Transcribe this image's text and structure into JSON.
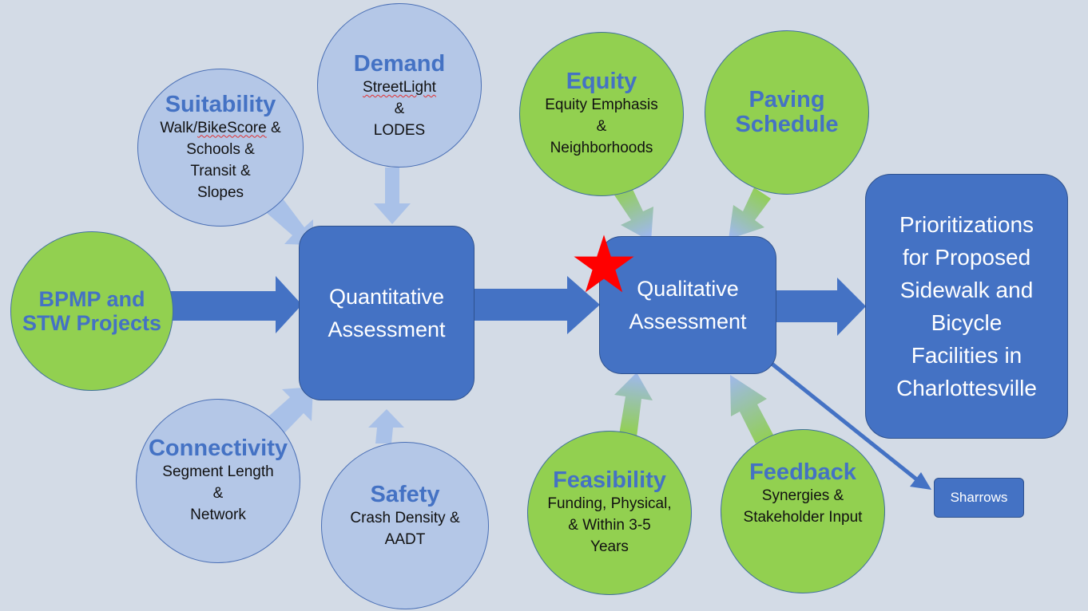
{
  "nodes": {
    "bpmp": {
      "title": "BPMP and STW Projects"
    },
    "suitability": {
      "title": "Suitability",
      "line1_pre": "Walk/",
      "line1_mid": "BikeScore",
      "line1_post": " &",
      "line2": "Schools &",
      "line3": "Transit &",
      "line4": "Slopes"
    },
    "demand": {
      "title": "Demand",
      "line1": "StreetLight",
      "line2": "&",
      "line3": "LODES"
    },
    "connectivity": {
      "title": "Connectivity",
      "line1": "Segment Length",
      "line2": "&",
      "line3": "Network"
    },
    "safety": {
      "title": "Safety",
      "line1": "Crash Density &",
      "line2": "AADT"
    },
    "quantitative": {
      "line1": "Quantitative",
      "line2": "Assessment"
    },
    "qualitative": {
      "line1": "Qualitative",
      "line2": "Assessment"
    },
    "equity": {
      "title": "Equity",
      "line1": "Equity Emphasis",
      "line2": "&",
      "line3": "Neighborhoods"
    },
    "paving": {
      "title_line1": "Paving",
      "title_line2": "Schedule"
    },
    "feasibility": {
      "title": "Feasibility",
      "line1": "Funding, Physical,",
      "line2": "& Within 3-5",
      "line3": "Years"
    },
    "feedback": {
      "title": "Feedback",
      "line1": "Synergies &",
      "line2": "Stakeholder Input"
    },
    "result": {
      "lines": [
        "Prioritizations",
        "for Proposed",
        "Sidewalk and",
        "Bicycle",
        "Facilities in",
        "Charlottesville"
      ]
    },
    "sharrows": {
      "label": "Sharrows"
    }
  },
  "colors": {
    "background": "#d3dbe6",
    "blue_circle": "#b4c7e7",
    "green_circle": "#92d050",
    "box_blue": "#4472c4",
    "star_red": "#ff0000",
    "title_blue": "#4472c4"
  }
}
